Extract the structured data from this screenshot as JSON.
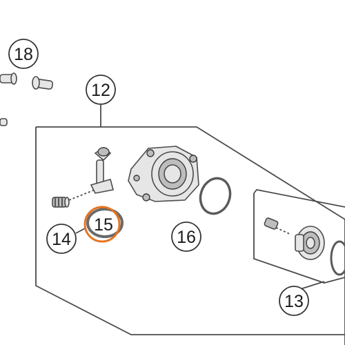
{
  "diagram": {
    "callouts": [
      {
        "id": "18",
        "label": "18"
      },
      {
        "id": "12",
        "label": "12"
      },
      {
        "id": "14",
        "label": "14"
      },
      {
        "id": "15",
        "label": "15",
        "highlighted": true
      },
      {
        "id": "16",
        "label": "16"
      },
      {
        "id": "13",
        "label": "13"
      }
    ],
    "colors": {
      "highlight": "#e8731e",
      "callout_border": "#333333",
      "outline": "#4a4a4a",
      "part_fill": "#e6e6e6"
    }
  }
}
